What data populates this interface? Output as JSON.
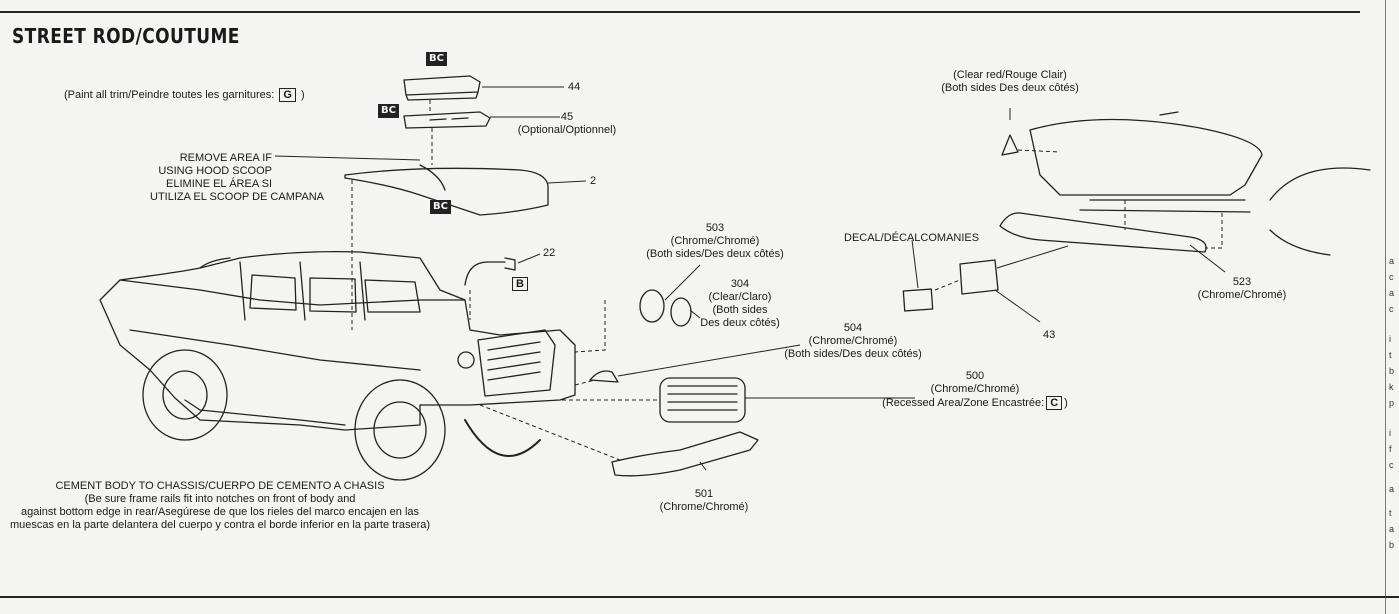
{
  "title": "STREET ROD/COUTUME",
  "paint_note": {
    "prefix": "(Paint all trim/Peindre toutes les garnitures:",
    "box": "G",
    "suffix": ")"
  },
  "remove_note": [
    "REMOVE AREA IF",
    "USING HOOD SCOOP",
    "ELIMINE EL ÁREA SI",
    "UTILIZA EL SCOOP DE CAMPANA"
  ],
  "bc_label": "BC",
  "parts": {
    "p44": "44",
    "p45": {
      "number": "45",
      "note": "(Optional/Optionnel)"
    },
    "p2": "2",
    "p22": {
      "number": "22",
      "box": "B"
    },
    "p503": {
      "number": "503",
      "line1": "(Chrome/Chromé)",
      "line2": "(Both sides/Des deux côtés)"
    },
    "p304": {
      "number": "304",
      "line1": "(Clear/Claro)",
      "line2": "(Both sides",
      "line3": "Des deux côtés)"
    },
    "p504": {
      "number": "504",
      "line1": "(Chrome/Chromé)",
      "line2": "(Both sides/Des deux côtés)"
    },
    "p500": {
      "number": "500",
      "line1": "(Chrome/Chromé)",
      "line2": "(Recessed Area/Zone Encastrée:",
      "box": "C",
      "suffix": ")"
    },
    "p501": {
      "number": "501",
      "line1": "(Chrome/Chromé)"
    },
    "p523": {
      "number": "523",
      "line1": "(Chrome/Chromé)"
    },
    "p43": "43",
    "decal": "DECAL/DÉCALCOMANIES",
    "taillight": {
      "line1": "(Clear red/Rouge Clair)",
      "line2": "(Both sides Des deux côtés)"
    }
  },
  "cement_note": {
    "line1": "CEMENT BODY TO CHASSIS/CUERPO DE CEMENTO A CHASIS",
    "line2": "(Be sure frame rails fit into notches on front of body and",
    "line3": "against bottom edge in rear/Asegúrese de que los rieles del marco encajen en las",
    "line4": "muescas en la parte delantera del cuerpo y contra el borde inferior en la parte trasera)"
  },
  "edge_letters": [
    "a",
    "c",
    "a",
    "c",
    "i",
    "t",
    "b",
    "k",
    "p",
    "i",
    "f",
    "c",
    "a",
    "t",
    "a",
    "b"
  ],
  "colors": {
    "ink": "#1a1a1a",
    "paper": "#f4f4f2"
  }
}
